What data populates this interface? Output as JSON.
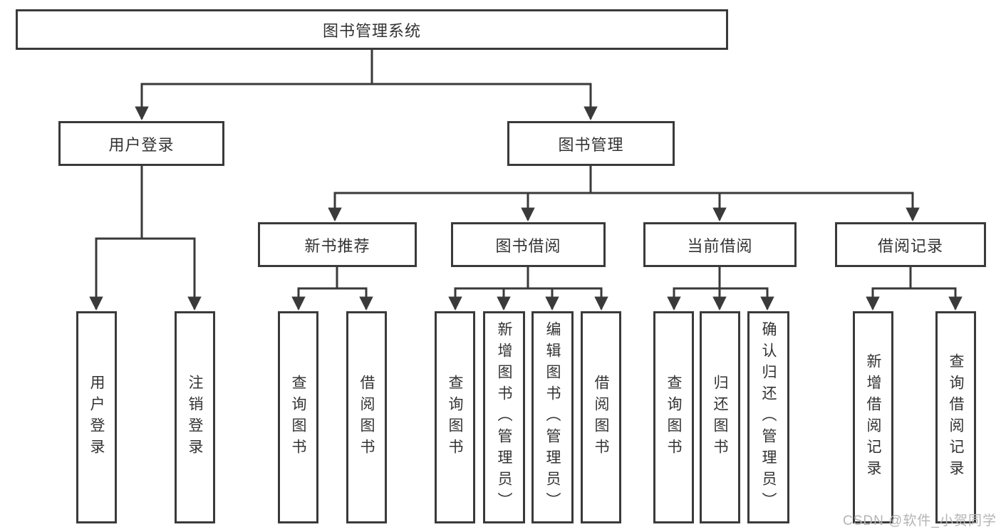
{
  "diagram_type": "functional-structure-tree",
  "colors": {
    "line": "#3a3a3a",
    "box_border": "#3a3a3a",
    "text": "#333333",
    "background": "#ffffff",
    "watermark": "#b4b4b4"
  },
  "tree": {
    "root": {
      "label": "图书管理系统",
      "children": [
        {
          "label": "用户登录",
          "children": [
            {
              "label": "用户登录"
            },
            {
              "label": "注销登录"
            }
          ]
        },
        {
          "label": "图书管理",
          "children": [
            {
              "label": "新书推荐",
              "children": [
                {
                  "label": "查询图书"
                },
                {
                  "label": "借阅图书"
                }
              ]
            },
            {
              "label": "图书借阅",
              "children": [
                {
                  "label": "查询图书"
                },
                {
                  "label": "新增图书（管理员）"
                },
                {
                  "label": "编辑图书（管理员）"
                },
                {
                  "label": "借阅图书"
                }
              ]
            },
            {
              "label": "当前借阅",
              "children": [
                {
                  "label": "查询图书"
                },
                {
                  "label": "归还图书"
                },
                {
                  "label": "确认归还（管理员）"
                }
              ]
            },
            {
              "label": "借阅记录",
              "children": [
                {
                  "label": "新增借阅记录"
                },
                {
                  "label": "查询借阅记录"
                }
              ]
            }
          ]
        }
      ]
    }
  },
  "watermark": {
    "text": "CSDN @软件_小贺同学"
  }
}
